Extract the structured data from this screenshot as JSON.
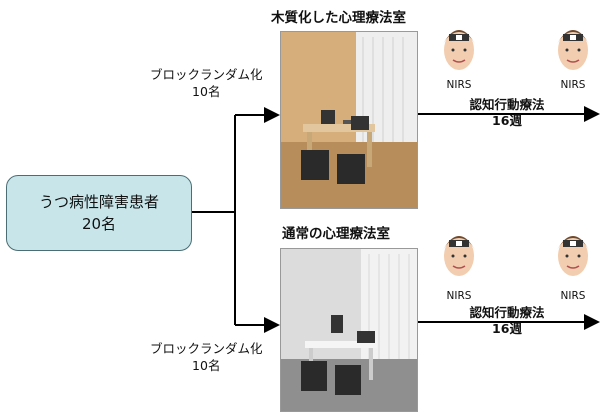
{
  "patients": {
    "line1": "うつ病性障害患者",
    "line2": "20名"
  },
  "groups": [
    {
      "randomization": "ブロックランダム化",
      "count": "10名",
      "room_title": "木質化した心理療法室",
      "nirs_left": "NIRS",
      "nirs_right": "NIRS",
      "therapy": "認知行動療法",
      "duration": "16週"
    },
    {
      "randomization": "ブロックランダム化",
      "count": "10名",
      "room_title": "通常の心理療法室",
      "nirs_left": "NIRS",
      "nirs_right": "NIRS",
      "therapy": "認知行動療法",
      "duration": "16週"
    }
  ],
  "colors": {
    "patient_box_fill": "#c8e6ea",
    "patient_box_border": "#4a6e74",
    "arrow": "#000000"
  }
}
